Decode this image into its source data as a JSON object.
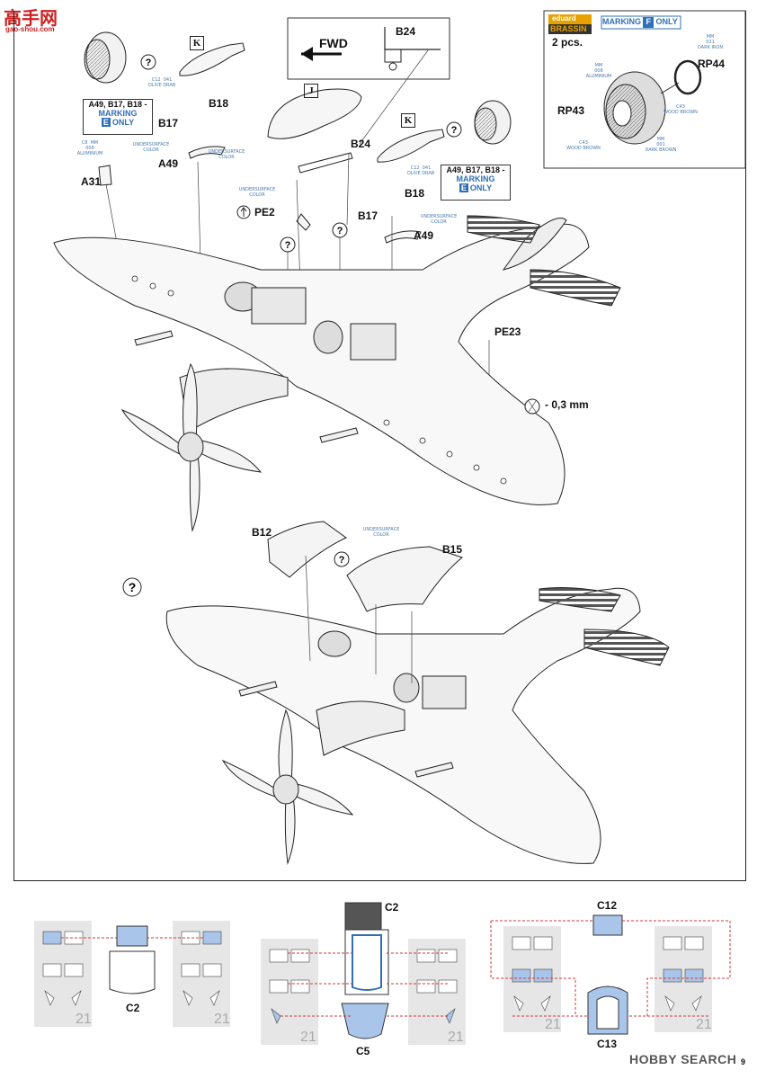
{
  "header": {
    "site_logo": "高手网",
    "site_url": "gao-shou.com"
  },
  "brand": {
    "eduard": "eduard",
    "brassin": "BRASSIN",
    "pcs": "2 pcs."
  },
  "marking_notes": {
    "left": {
      "line1": "A49, B17, B18 -",
      "line2": "MARKING",
      "badge": "E",
      "line3": "ONLY"
    },
    "right": {
      "line1": "A49, B17, B18 -",
      "line2": "MARKING",
      "badge": "E",
      "line3": "ONLY"
    },
    "top": {
      "line1": "MARKING",
      "badge": "F",
      "line2": "ONLY"
    }
  },
  "fwd": {
    "label": "FWD",
    "part": "B24"
  },
  "parts": {
    "K1": "K",
    "J": "J",
    "K2": "K",
    "B18_left": "B18",
    "B17_left": "B17",
    "A49_left": "A49",
    "A31": "A31",
    "B24": "B24",
    "PE2": "PE2",
    "B18_right": "B18",
    "B17_right": "B17",
    "A49_right": "A49",
    "RP43": "RP43",
    "RP44": "RP44",
    "PE23": "PE23",
    "drill": "- 0,3 mm",
    "B12": "B12",
    "B15": "B15",
    "C2_a": "C2",
    "C2_b": "C2",
    "C5": "C5",
    "C12": "C12",
    "C13": "C13"
  },
  "paint_callouts": {
    "olive_left": "C12  041\nOLIVE DRAB",
    "aluminium_left": "C8  MM\n008\nALUMINIUM",
    "underside_a": "UNDERSURFACE\nCOLOR",
    "underside_b": "UNDERSURFACE\nCOLOR",
    "olive_right": "C12  041\nOLIVE DRAB",
    "underside_c": "UNDERSURFACE\nCOLOR",
    "dark_iron": "MM\n021\nDARK IRON",
    "aluminium_right": "MM\n008\nALUMINIUM",
    "wood_brown_a": "C43\nWOOD BROWN",
    "wood_brown_b": "C43\nWOOD BROWN",
    "dark_brown": "MM\n001\nDARK BROWN",
    "underside_d": "UNDERSURFACE\nCOLOR",
    "underside_e": "UNDERSURFACE\nCOLOR"
  },
  "masks": {
    "sheet_number": "21"
  },
  "footer": {
    "watermark": "HOBBY SEARCH",
    "page": "9"
  },
  "colors": {
    "accent_blue": "#2f6fb7",
    "mask_blue": "#a9c6ea",
    "dashed_red": "#d23a3a",
    "logo_red": "#cc2222"
  }
}
